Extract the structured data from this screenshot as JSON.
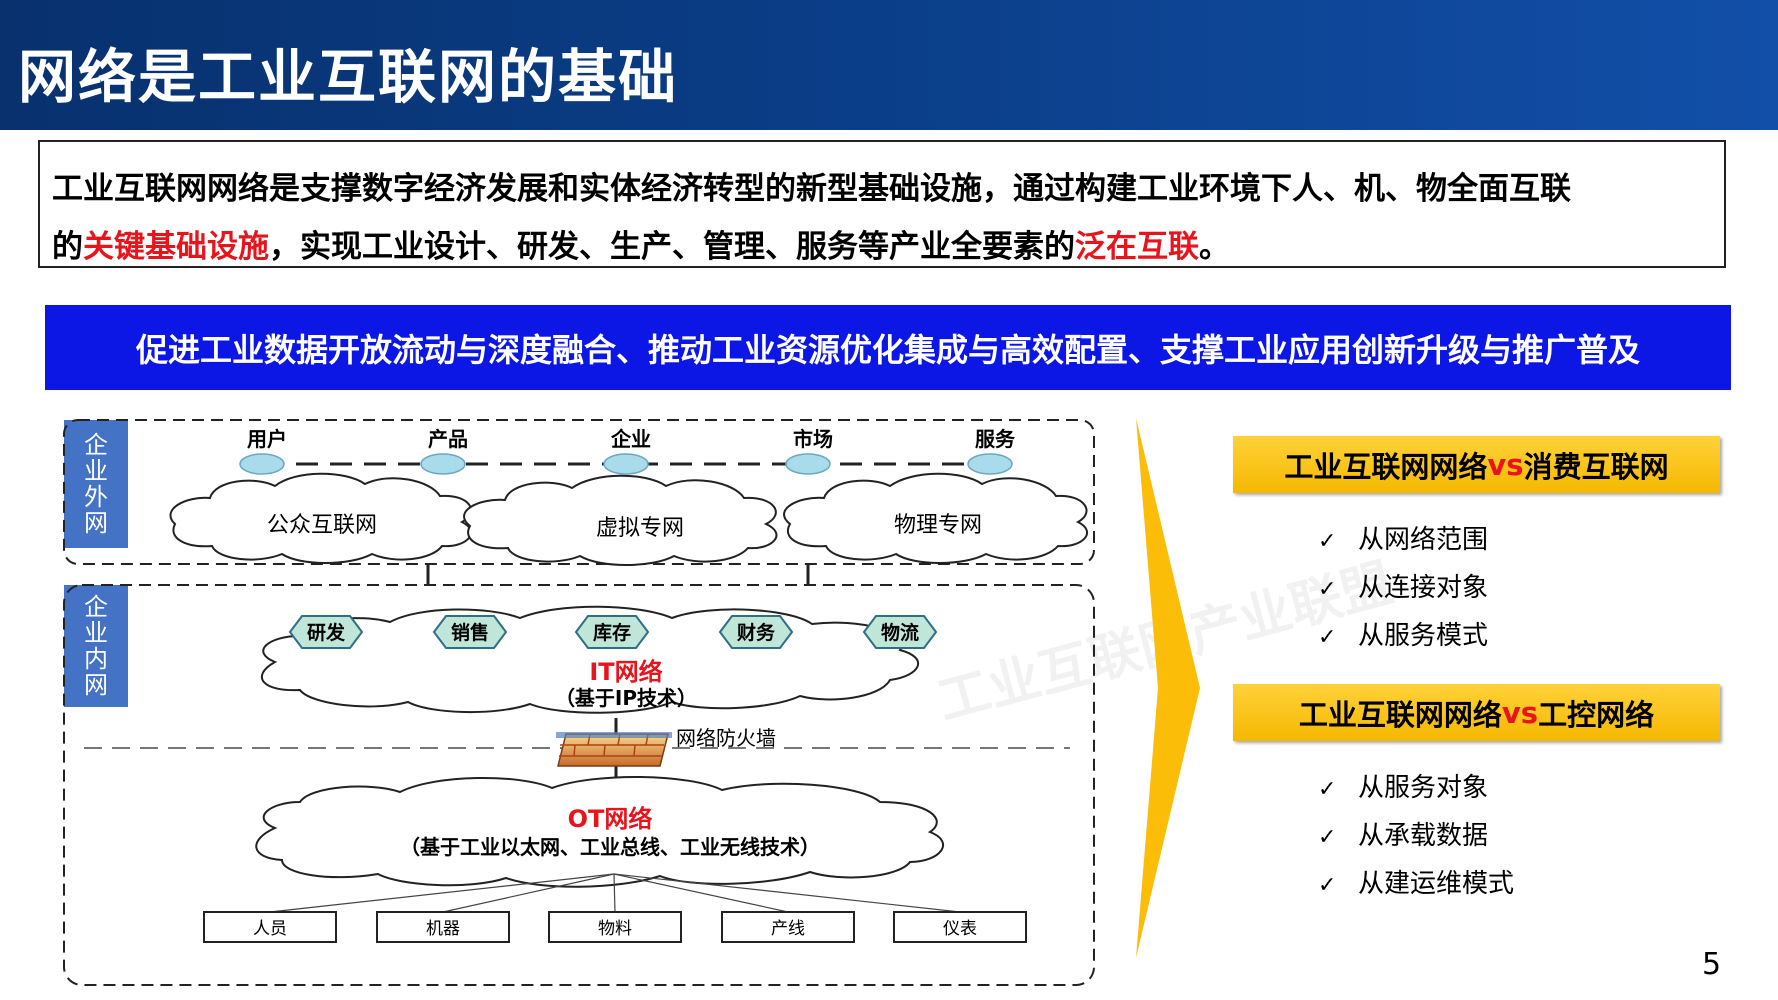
{
  "title": "网络是工业互联网的基础",
  "intro": {
    "line1": "工业互联网网络是支撑数字经济发展和实体经济转型的新型基础设施，通过构建工业环境下人、机、物全面互联",
    "line2_a": "的",
    "line2_b": "关键基础设施",
    "line2_c": "，实现工业设计、研发、生产、管理、服务等产业全要素的",
    "line2_d": "泛在互联",
    "line2_e": "。"
  },
  "banner": "促进工业数据开放流动与深度融合、推动工业资源优化集成与高效配置、支撑工业应用创新升级与推广普及",
  "diagram": {
    "external_label": "企业外网",
    "internal_label": "企业内网",
    "nodes": [
      "用户",
      "产品",
      "企业",
      "市场",
      "服务"
    ],
    "clouds": [
      "公众互联网",
      "虚拟专网",
      "物理专网"
    ],
    "it_tags": [
      "研发",
      "销售",
      "库存",
      "财务",
      "物流"
    ],
    "it_title": "IT网络",
    "it_sub": "（基于IP技术）",
    "firewall": "网络防火墙",
    "ot_title": "OT网络",
    "ot_sub": "（基于工业以太网、工业总线、工业无线技术）",
    "devices": [
      "人员",
      "机器",
      "物料",
      "产线",
      "仪表"
    ]
  },
  "comparisons": [
    {
      "title_a": "工业互联网网络",
      "vs": "vs",
      "title_b": "消费互联网",
      "items": [
        "从网络范围",
        "从连接对象",
        "从服务模式"
      ]
    },
    {
      "title_a": "工业互联网网络",
      "vs": "vs",
      "title_b": "工控网络",
      "items": [
        "从服务对象",
        "从承载数据",
        "从建运维模式"
      ]
    }
  ],
  "check_symbol": "✓",
  "watermark": "工业互联网产业联盟",
  "page_number": "5",
  "colors": {
    "title_bg": "#0a3d86",
    "banner_bg": "#0c17e6",
    "highlight": "#e8141c",
    "side_label_bg": "#4472c4",
    "node_fill": "#a9dcea",
    "tag_fill": "#bfe6d8",
    "header_gold": "#f5b800"
  }
}
